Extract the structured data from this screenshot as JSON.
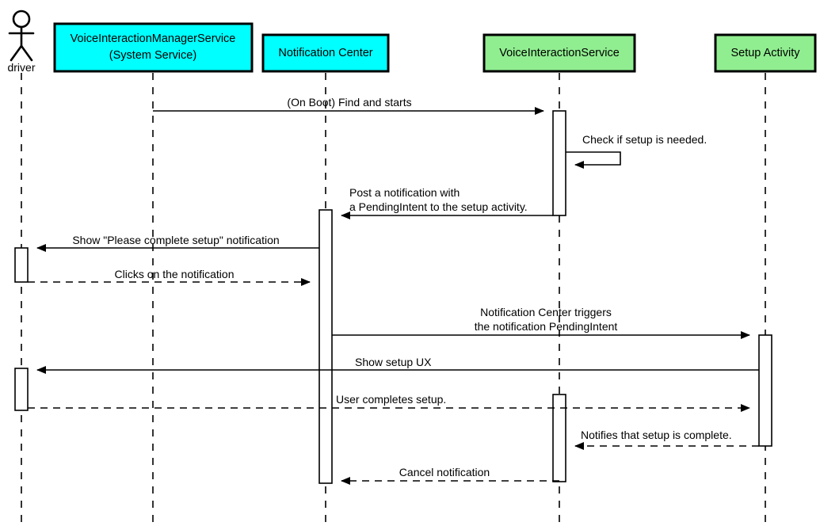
{
  "diagram": {
    "title": "Voice Interaction Setup Sequence Diagram",
    "type": "uml-sequence-diagram",
    "colors": {
      "system_service_fill": "#00FFFF",
      "app_fill": "#90EE90",
      "stroke": "#000000",
      "background": "#FFFFFF"
    },
    "participants": [
      {
        "id": "driver",
        "label": "driver",
        "kind": "actor",
        "fill": "none"
      },
      {
        "id": "vims",
        "label_line1": "VoiceInteractionManagerService",
        "label_line2": "(System Service)",
        "kind": "box",
        "fill": "#00FFFF"
      },
      {
        "id": "notification_center",
        "label_line1": "Notification Center",
        "label_line2": "",
        "kind": "box",
        "fill": "#00FFFF"
      },
      {
        "id": "vis",
        "label_line1": "VoiceInteractionService",
        "label_line2": "",
        "kind": "box",
        "fill": "#90EE90"
      },
      {
        "id": "setup_activity",
        "label_line1": "Setup Activity",
        "label_line2": "",
        "kind": "box",
        "fill": "#90EE90"
      }
    ],
    "messages": [
      {
        "id": "m1",
        "label_line1": "(On Boot) Find and starts",
        "label_line2": "",
        "from": "vims",
        "to": "vis",
        "style": "solid",
        "direction": "right"
      },
      {
        "id": "m2",
        "label_line1": "Check if setup is needed.",
        "label_line2": "",
        "from": "vis",
        "to": "vis",
        "style": "solid",
        "direction": "self"
      },
      {
        "id": "m3",
        "label_line1": "Post a notification with",
        "label_line2": "a PendingIntent to the setup activity.",
        "from": "vis",
        "to": "notification_center",
        "style": "solid",
        "direction": "left"
      },
      {
        "id": "m4",
        "label_line1": "Show \"Please complete setup\" notification",
        "label_line2": "",
        "from": "notification_center",
        "to": "driver",
        "style": "solid",
        "direction": "left"
      },
      {
        "id": "m5",
        "label_line1": "Clicks on the notification",
        "label_line2": "",
        "from": "driver",
        "to": "notification_center",
        "style": "dashed",
        "direction": "right"
      },
      {
        "id": "m6",
        "label_line1": "Notification Center triggers",
        "label_line2": "the notification PendingIntent",
        "from": "notification_center",
        "to": "setup_activity",
        "style": "solid",
        "direction": "right"
      },
      {
        "id": "m7",
        "label_line1": "Show setup UX",
        "label_line2": "",
        "from": "setup_activity",
        "to": "driver",
        "style": "solid",
        "direction": "left"
      },
      {
        "id": "m8",
        "label_line1": "User completes setup.",
        "label_line2": "",
        "from": "driver",
        "to": "setup_activity",
        "style": "dashed",
        "direction": "right"
      },
      {
        "id": "m9",
        "label_line1": "Notifies that setup is complete.",
        "label_line2": "",
        "from": "setup_activity",
        "to": "vis",
        "style": "dashed",
        "direction": "left"
      },
      {
        "id": "m10",
        "label_line1": "Cancel notification",
        "label_line2": "",
        "from": "vis",
        "to": "notification_center",
        "style": "dashed",
        "direction": "left"
      }
    ]
  }
}
